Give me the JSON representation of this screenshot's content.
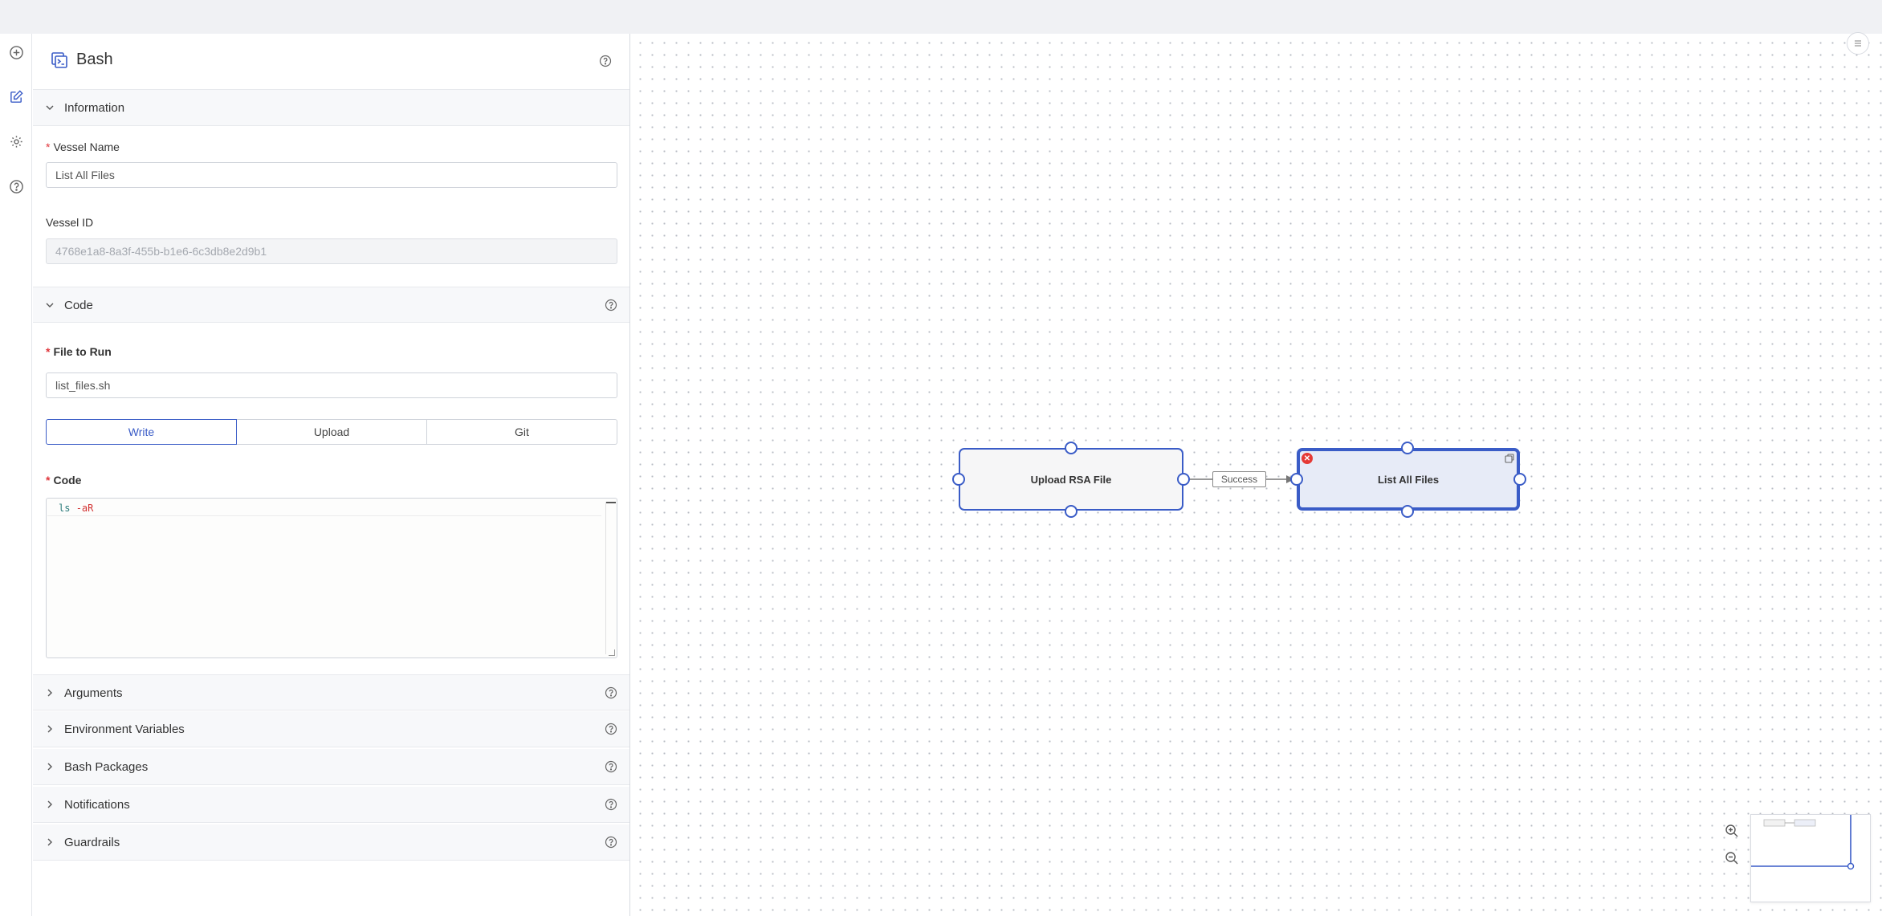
{
  "rail": {
    "items": [
      {
        "icon": "plus-circle-icon"
      },
      {
        "icon": "edit-icon",
        "active": true
      },
      {
        "icon": "gear-icon"
      },
      {
        "icon": "question-circle-icon"
      }
    ]
  },
  "panel": {
    "title": "Bash",
    "sections": {
      "information": {
        "label": "Information",
        "vessel_name_label": "Vessel Name",
        "vessel_name_value": "List All Files",
        "vessel_id_label": "Vessel ID",
        "vessel_id_value": "4768e1a8-8a3f-455b-b1e6-6c3db8e2d9b1"
      },
      "code": {
        "label": "Code",
        "file_to_run_label": "File to Run",
        "file_to_run_value": "list_files.sh",
        "modes": [
          "Write",
          "Upload",
          "Git"
        ],
        "selected_mode": "Write",
        "code_label": "Code",
        "code_command": "ls",
        "code_args": "-aR"
      },
      "collapsed": [
        {
          "label": "Arguments"
        },
        {
          "label": "Environment Variables"
        },
        {
          "label": "Bash Packages"
        },
        {
          "label": "Notifications"
        },
        {
          "label": "Guardrails"
        }
      ]
    }
  },
  "canvas": {
    "nodes": [
      {
        "label": "Upload RSA File",
        "selected": false
      },
      {
        "label": "List All Files",
        "selected": true,
        "has_error": true
      }
    ],
    "edge_label": "Success",
    "accent_color": "#3a5cc7",
    "error_color": "#e53935"
  }
}
